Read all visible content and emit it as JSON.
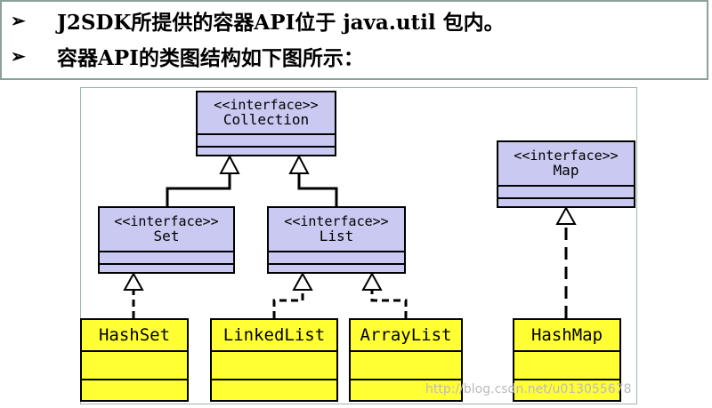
{
  "header": {
    "bullet_glyph": "➢",
    "line1": "J2SDK所提供的容器API位于 java.util 包内。",
    "line2": "容器API的类图结构如下图所示："
  },
  "diagram": {
    "classes": {
      "collection": {
        "stereotype": "<<interface>>",
        "name": "Collection"
      },
      "set": {
        "stereotype": "<<interface>>",
        "name": "Set"
      },
      "list": {
        "stereotype": "<<interface>>",
        "name": "List"
      },
      "map": {
        "stereotype": "<<interface>>",
        "name": "Map"
      },
      "hashset": {
        "name": "HashSet"
      },
      "linkedlist": {
        "name": "LinkedList"
      },
      "arraylist": {
        "name": "ArrayList"
      },
      "hashmap": {
        "name": "HashMap"
      }
    },
    "relations": [
      {
        "from": "Set",
        "to": "Collection",
        "kind": "generalization"
      },
      {
        "from": "List",
        "to": "Collection",
        "kind": "generalization"
      },
      {
        "from": "HashSet",
        "to": "Set",
        "kind": "realization"
      },
      {
        "from": "LinkedList",
        "to": "List",
        "kind": "realization"
      },
      {
        "from": "ArrayList",
        "to": "List",
        "kind": "realization"
      },
      {
        "from": "HashMap",
        "to": "Map",
        "kind": "realization"
      }
    ],
    "colors": {
      "interface_fill": "#c9c9f2",
      "class_fill": "#ffff33",
      "line": "#000000"
    }
  },
  "watermark": "http://blog.csdn.net/u013055678"
}
